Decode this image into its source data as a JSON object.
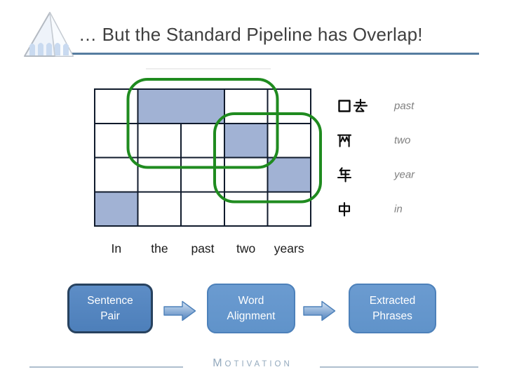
{
  "slide": {
    "title": "… But the Standard Pipeline has Overlap!",
    "footer_label": "MOTIVATION"
  },
  "alignment": {
    "english_words": [
      "In",
      "the",
      "past",
      "two",
      "years"
    ],
    "chinese_words": [
      {
        "hanzi": "□去",
        "gloss": "past"
      },
      {
        "hanzi": "两",
        "gloss": "two"
      },
      {
        "hanzi": "年",
        "gloss": "year"
      },
      {
        "hanzi": "中",
        "gloss": "in"
      }
    ],
    "filled_cells": [
      {
        "row": 0,
        "col": 1,
        "span": 2
      },
      {
        "row": 1,
        "col": 3,
        "span": 1
      },
      {
        "row": 2,
        "col": 4,
        "span": 1
      },
      {
        "row": 3,
        "col": 0,
        "span": 1
      }
    ],
    "overlap_boxes": [
      {
        "rows": [
          0,
          1
        ],
        "cols": [
          1,
          3
        ]
      },
      {
        "rows": [
          1,
          2
        ],
        "cols": [
          3,
          4
        ]
      }
    ]
  },
  "pipeline": {
    "steps": [
      {
        "line1": "Sentence",
        "line2": "Pair",
        "emphasized": true
      },
      {
        "line1": "Word",
        "line2": "Alignment",
        "emphasized": false
      },
      {
        "line1": "Extracted",
        "line2": "Phrases",
        "emphasized": false
      }
    ]
  },
  "colors": {
    "title_text": "#3f3f3f",
    "title_underline": "#567da0",
    "grid_line": "#101b2c",
    "cell_fill": "#a1b2d4",
    "overlap_green": "#1f8b1f",
    "box_emphasis_fill": "#4d7fba",
    "box_emphasis_border": "#27425f",
    "box_fill": "#6093ca",
    "box_border": "#4d81ba",
    "arrow_fill_top": "#d3e3f4",
    "arrow_fill_bottom": "#5282bd",
    "footer": "#93a9bd",
    "text": "#1a1a1a",
    "gloss": "#7f7f7f"
  }
}
